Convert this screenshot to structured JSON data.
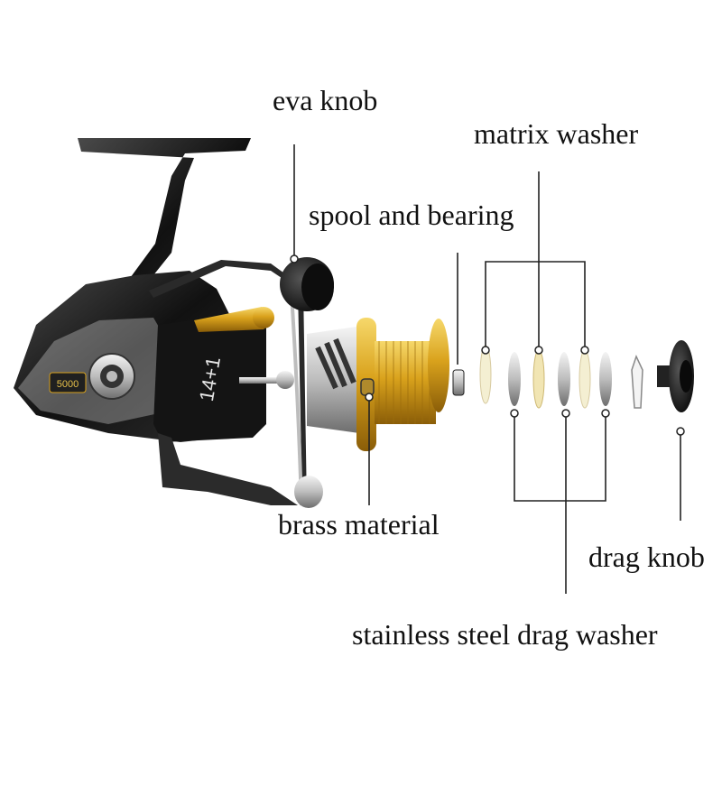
{
  "labels": {
    "eva_knob": "eva knob",
    "matrix_washer": "matrix washer",
    "spool_and_bearing": "spool and bearing",
    "brass_material": "brass material",
    "drag_knob": "drag knob",
    "stainless_washer": "stainless steel drag washer"
  },
  "reel_body_text": {
    "size": "5000",
    "bearing": "14+1"
  },
  "colors": {
    "gold": "#d9a21c",
    "black": "#1a1a1a",
    "silver": "#c8c8c8",
    "line": "#222222"
  }
}
